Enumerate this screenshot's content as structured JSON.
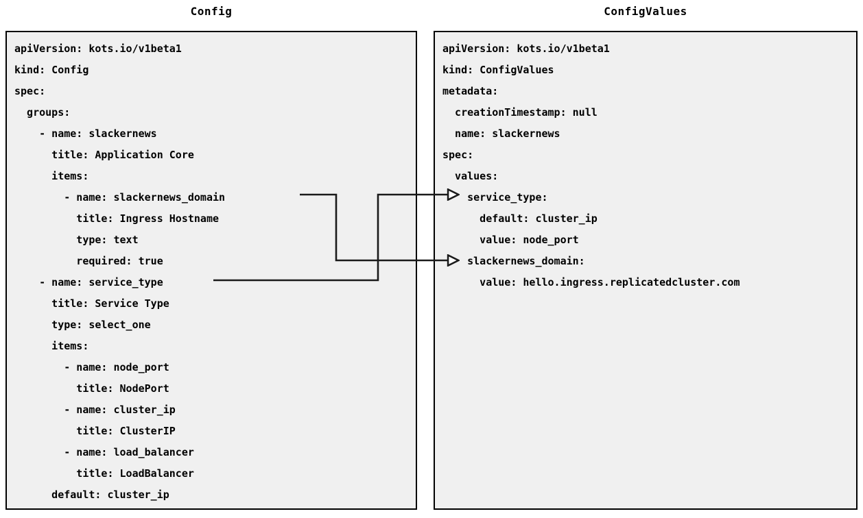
{
  "diagram": {
    "title_left": "Config",
    "title_right": "ConfigValues",
    "background_color": "#ffffff",
    "panel_fill_color": "#f0f0f0",
    "panel_border_color": "#000000",
    "connector_color": "#1a1a1a"
  },
  "config_panel": {
    "title": "Config",
    "yaml": "apiVersion: kots.io/v1beta1\nkind: Config\nspec:\n  groups:\n    - name: slackernews\n      title: Application Core\n      items:\n        - name: slackernews_domain\n          title: Ingress Hostname\n          type: text\n          required: true\n    - name: service_type\n      title: Service Type\n      type: select_one\n      items:\n        - name: node_port\n          title: NodePort\n        - name: cluster_ip\n          title: ClusterIP\n        - name: load_balancer\n          title: LoadBalancer\n      default: cluster_ip",
    "lines": [
      "apiVersion: kots.io/v1beta1",
      "kind: Config",
      "spec:",
      "  groups:",
      "    - name: slackernews",
      "      title: Application Core",
      "      items:",
      "        - name: slackernews_domain",
      "          title: Ingress Hostname",
      "          type: text",
      "          required: true",
      "    - name: service_type",
      "      title: Service Type",
      "      type: select_one",
      "      items:",
      "        - name: node_port",
      "          title: NodePort",
      "        - name: cluster_ip",
      "          title: ClusterIP",
      "        - name: load_balancer",
      "          title: LoadBalancer",
      "      default: cluster_ip"
    ]
  },
  "configvalues_panel": {
    "title": "ConfigValues",
    "yaml": "apiVersion: kots.io/v1beta1\nkind: ConfigValues\nmetadata:\n  creationTimestamp: null\n  name: slackernews\nspec:\n  values:\n    service_type:\n      default: cluster_ip\n      value: node_port\n    slackernews_domain:\n      value: hello.ingress.replicatedcluster.com",
    "lines": [
      "apiVersion: kots.io/v1beta1",
      "kind: ConfigValues",
      "metadata:",
      "  creationTimestamp: null",
      "  name: slackernews",
      "spec:",
      "  values:",
      "    service_type:",
      "      default: cluster_ip",
      "      value: node_port",
      "    slackernews_domain:",
      "      value: hello.ingress.replicatedcluster.com"
    ]
  },
  "connections": [
    {
      "id": "slackernews-domain-link",
      "from_label": "slackernews_domain",
      "to_label": "slackernews_domain:",
      "from_side": "config.items[0].name",
      "to_side": "configvalues.spec.values.slackernews_domain"
    },
    {
      "id": "service-type-link",
      "from_label": "service_type",
      "to_label": "service_type:",
      "from_side": "config.groups[1].name",
      "to_side": "configvalues.spec.values.service_type"
    }
  ]
}
